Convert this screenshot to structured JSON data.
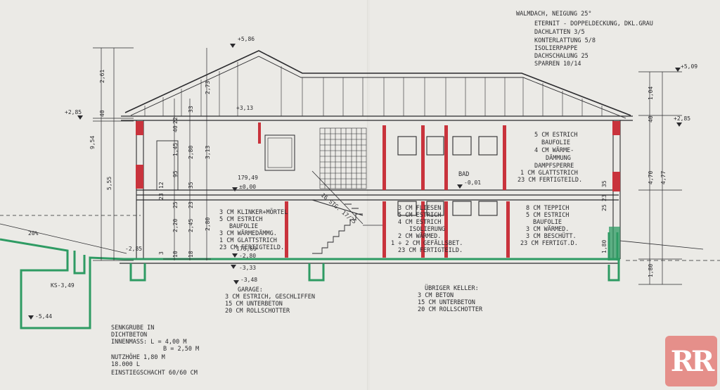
{
  "colors": {
    "ink": "#2b2b2e",
    "concrete_green": "#2e9b63",
    "column_red": "#c9333c",
    "paper": "#ebeae6",
    "logo_bg": "#e58f8a"
  },
  "levels": {
    "ridge": "+5,86",
    "ridge_right": "+5,09",
    "eave_left": "+2,85",
    "eave_right": "+2,85",
    "upper_ceiling": "+3,13",
    "upper_floor_a": "179,49",
    "upper_floor_b": "±0,00",
    "bath": "BAD",
    "bath_level": "-0,01",
    "ground_a": "176,69",
    "ground_b": "-2,80",
    "slab_under": "-3,33",
    "foundation": "-3,48",
    "left_small": "-2,85",
    "sewer_top": "KS-3,49",
    "sewer_bottom": "-5,44"
  },
  "dims_left": [
    "2,61",
    "40",
    "9,54",
    "5,55",
    "23",
    "12",
    "3"
  ],
  "dims_middle": [
    "2,73",
    "3,13",
    "2,80",
    "2,80",
    "2,45",
    "2,20",
    "1,45",
    "95",
    "40",
    "35",
    "33",
    "22",
    "25",
    "23",
    "10",
    "18"
  ],
  "dims_right": [
    "1,04",
    "40",
    "4,70",
    "4,77",
    "35",
    "25",
    "1,80",
    "1,80",
    "23"
  ],
  "stair_label": "16 STG. 17/25",
  "roof_spec": [
    "WALMDACH, NEIGUNG 25°",
    "ETERNIT - DOPPELDECKUNG, DKL.GRAU",
    "DACHLATTEN 3/5",
    "KONTERLATTUNG 5/8",
    "ISOLIERPAPPE",
    "DACHSCHALUNG 25",
    "SPARREN 10/14"
  ],
  "floor_spec_upper_right": [
    "5 CM ESTRICH",
    "BAUFOLIE",
    "4 CM WÄRME-",
    "DÄMMUNG",
    "DAMPFSPERRE",
    "1 CM GLATTSTRICH",
    "23 CM FERTIGTEILD."
  ],
  "floor_spec_middle": [
    "3 CM KLINKER+MÖRTEL",
    "5 CM ESTRICH",
    "BAUFOLIE",
    "3 CM WÄRMEDÄMMG.",
    "1 CM GLATTSTRICH",
    "23 CM FERTIGTEILD."
  ],
  "floor_spec_center": [
    "3 CM FLIESEN",
    "5 CM ESTRICH",
    "4 CM ESTRICH",
    "ISOLIERUNG",
    "2 CM WÄRMED.",
    "1 ÷ 2 CM GEFÄLLSBET.",
    "23 CM FERTIGTEILD."
  ],
  "floor_spec_right": [
    "8 CM TEPPICH",
    "5 CM ESTRICH",
    "BAUFOLIE",
    "3 CM WÄRMED.",
    "3 CM BESCHÜTT.",
    "23 CM FERTIGT.D."
  ],
  "garage_spec": [
    "GARAGE:",
    "3 CM ESTRICH, GESCHLIFFEN",
    "15 CM UNTERBETON",
    "20 CM ROLLSCHOTTER"
  ],
  "cellar_spec": [
    "ÜBRIGER KELLER:",
    "3 CM BETON",
    "15 CM UNTERBETON",
    "20 CM ROLLSCHOTTER"
  ],
  "sewer_spec": [
    "SENKGRUBE IN",
    "DICHTBETON",
    "INNENMASS: L = 4,00 M",
    "B = 2,50 M",
    "NUTZHÖHE 1,80 M",
    "18.000 L",
    "EINSTIEGSCHACHT 60/60 CM"
  ],
  "slope_label": "20%",
  "logo_text": "RR"
}
